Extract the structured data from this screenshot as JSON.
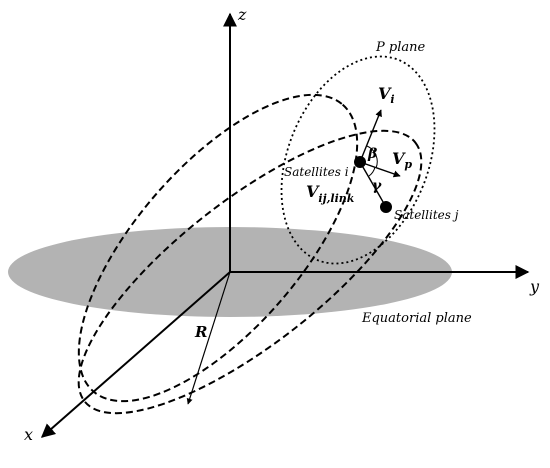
{
  "diagram": {
    "axes": {
      "x_label": "x",
      "y_label": "y",
      "z_label": "z"
    },
    "planes": {
      "p_plane_label": "P plane",
      "equatorial_plane_label": "Equatorial plane"
    },
    "vectors": {
      "v_i": {
        "main": "V",
        "sub": "i"
      },
      "v_p": {
        "main": "V",
        "sub": "p"
      },
      "v_link": {
        "main": "V",
        "sub": "ij,link"
      }
    },
    "angles": {
      "beta": "β",
      "gamma": "γ"
    },
    "satellites": {
      "sat_i_label": "Satellites i",
      "sat_j_label": "Satellites j"
    },
    "radius_label": "R",
    "colors": {
      "equatorial_fill": "#b3b3b3",
      "ink": "#000000",
      "background": "#ffffff"
    }
  }
}
